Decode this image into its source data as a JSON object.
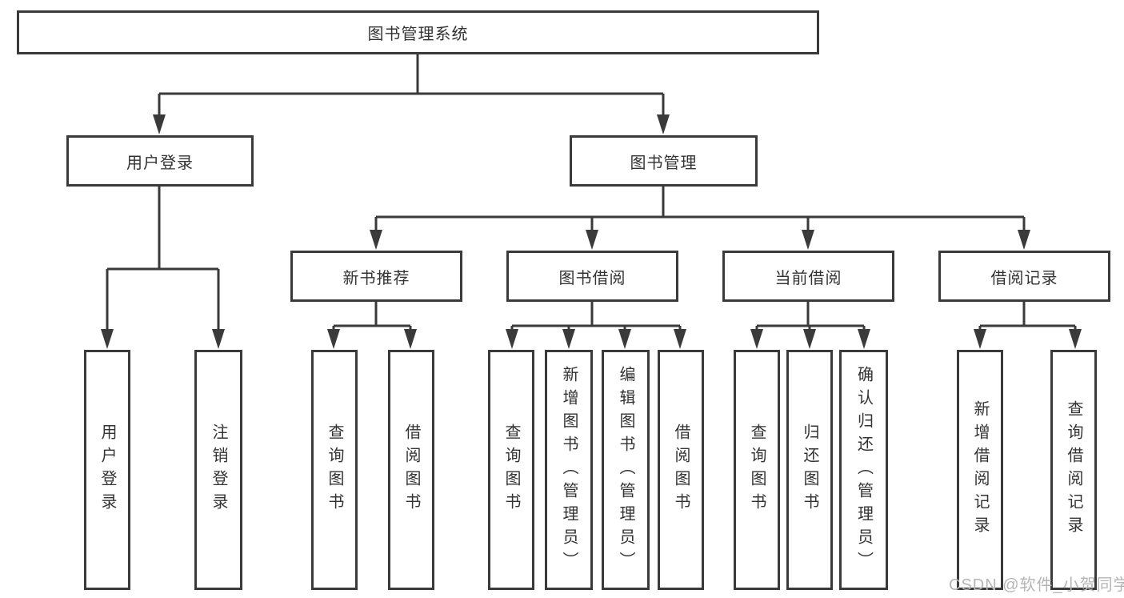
{
  "tree": {
    "root": {
      "label": "图书管理系统"
    },
    "user": {
      "label": "用户登录",
      "children": [
        "用户登录",
        "注销登录"
      ]
    },
    "book": {
      "label": "图书管理",
      "sections": [
        {
          "label": "新书推荐",
          "children": [
            "查询图书",
            "借阅图书"
          ]
        },
        {
          "label": "图书借阅",
          "children": [
            "查询图书",
            "新增图书（管理员）",
            "编辑图书（管理员）",
            "借阅图书"
          ]
        },
        {
          "label": "当前借阅",
          "children": [
            "查询图书",
            "归还图书",
            "确认归还（管理员）"
          ]
        },
        {
          "label": "借阅记录",
          "children": [
            "新增借阅记录",
            "查询借阅记录"
          ]
        }
      ]
    }
  },
  "watermark": "CSDN @软件_小贺同学",
  "colors": {
    "line": "#3a3a3a",
    "text": "#333333",
    "watermark": "#b5b5b5"
  }
}
